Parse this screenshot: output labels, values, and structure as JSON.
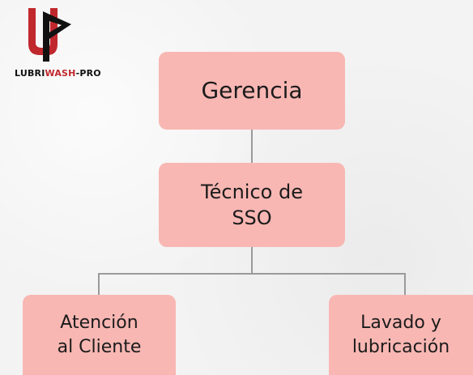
{
  "logo": {
    "text_main": "LUBRI",
    "text_accent": "WASH",
    "text_suffix": "-PRO"
  },
  "org_chart": {
    "root": {
      "line1": "Gerencia"
    },
    "middle": {
      "line1": "Técnico de",
      "line2": "SSO"
    },
    "left_child": {
      "line1": "Atención",
      "line2": "al Cliente"
    },
    "right_child": {
      "line1": "Lavado y",
      "line2": "lubricación"
    }
  },
  "colors": {
    "box_fill": "#f8b7b3",
    "connector": "#9a9a9a",
    "logo_red": "#c0282d",
    "logo_black": "#111111",
    "background": "#f3f3f3"
  }
}
